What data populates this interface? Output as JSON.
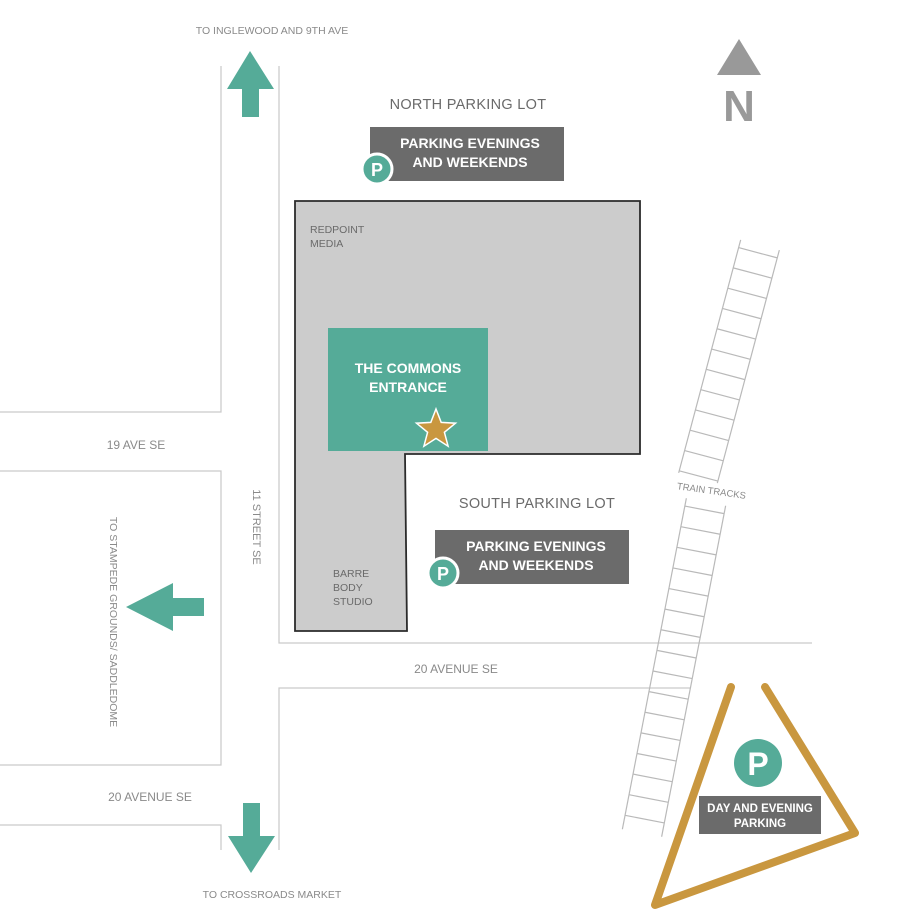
{
  "streets": {
    "north_route": "TO INGLEWOOD AND 9TH AVE",
    "south_route": "TO CROSSROADS MARKET",
    "west_route": "TO STAMPEDE GROUNDS/ SADDLEDOME",
    "avenue_19": "19 AVE SE",
    "street_11": "11 STREET SE",
    "avenue_20_east": "20 AVENUE SE",
    "avenue_20_west": "20 AVENUE SE",
    "train_tracks": "TRAIN TRACKS"
  },
  "north_lot": {
    "title": "NORTH PARKING LOT",
    "badge_line1": "PARKING EVENINGS",
    "badge_line2": "AND WEEKENDS",
    "icon_letter": "P"
  },
  "south_lot": {
    "title": "SOUTH PARKING LOT",
    "badge_line1": "PARKING EVENINGS",
    "badge_line2": "AND WEEKENDS",
    "icon_letter": "P"
  },
  "east_lot": {
    "badge_line1": "DAY AND EVENING",
    "badge_line2": "PARKING",
    "icon_letter": "P"
  },
  "building": {
    "tenant_north_line1": "REDPOINT",
    "tenant_north_line2": "MEDIA",
    "tenant_south_line1": "BARRE",
    "tenant_south_line2": "BODY",
    "tenant_south_line3": "STUDIO",
    "entrance_line1": "THE COMMONS",
    "entrance_line2": "ENTRANCE"
  },
  "compass": {
    "letter": "N"
  },
  "colors": {
    "teal": "#55ab98",
    "gold": "#c9973f",
    "building_gray": "#cccccc",
    "badge_gray": "#6b6b6b"
  }
}
